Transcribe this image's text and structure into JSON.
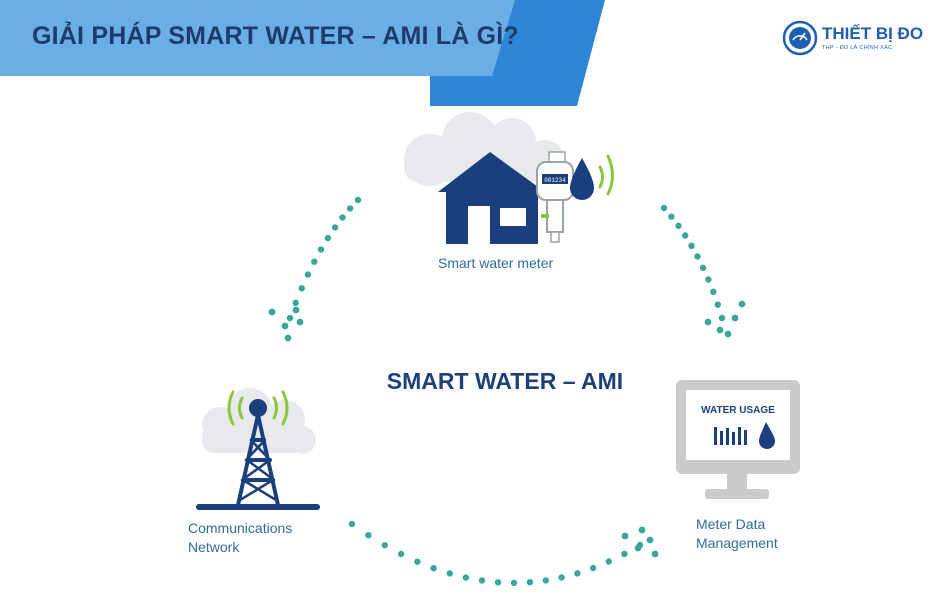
{
  "header": {
    "title": "GIẢI PHÁP SMART WATER – AMI LÀ GÌ?",
    "logo_name": "THIẾT BỊ ĐO",
    "logo_tagline": "THP - ĐO LÀ CHÍNH XÁC"
  },
  "diagram": {
    "center_title": "SMART WATER – AMI",
    "nodes": {
      "meter": {
        "label": "Smart water meter",
        "display": "001234"
      },
      "network": {
        "label_line1": "Communications",
        "label_line2": "Network"
      },
      "mdm": {
        "label_line1": "Meter Data",
        "label_line2": "Management",
        "screen_text": "WATER USAGE"
      }
    }
  },
  "colors": {
    "banner_light": "#6aaee6",
    "banner_dark": "#2f86d6",
    "title_text": "#1f3b6e",
    "house": "#1b3f7d",
    "arrow_dots": "#3aa59a",
    "signal_green": "#8cc63f",
    "cloud": "#e7e9ec",
    "monitor": "#c9cbcd"
  }
}
